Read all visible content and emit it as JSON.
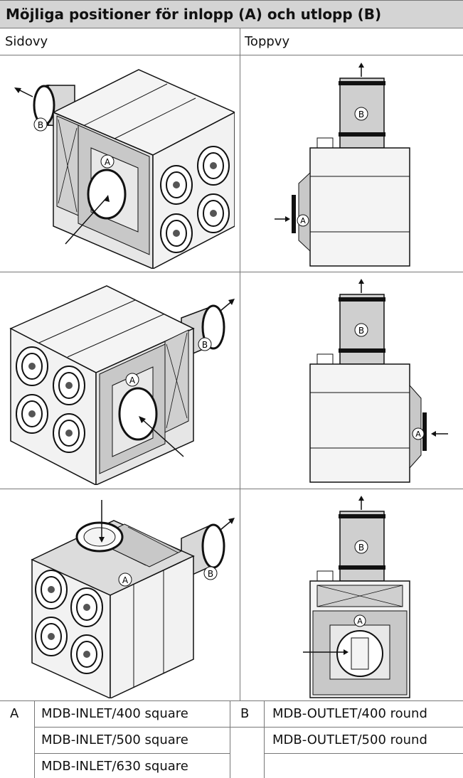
{
  "title": "Möjliga positioner för inlopp (A) och utlopp (B)",
  "columns": {
    "side": "Sidovy",
    "top": "Toppvy"
  },
  "markers": {
    "inlet": "A",
    "outlet": "B"
  },
  "legend": {
    "inlet_key": "A",
    "inlet_items": [
      "MDB-INLET/400 square",
      "MDB-INLET/500 square",
      "MDB-INLET/630 square"
    ],
    "outlet_key": "B",
    "outlet_items": [
      "MDB-OUTLET/400 round",
      "MDB-OUTLET/500 round"
    ]
  },
  "colors": {
    "header_bg": "#d4d4d4",
    "panel_face": "#f2f2f2",
    "panel_shade": "#c9c9c9",
    "line": "#111111"
  }
}
